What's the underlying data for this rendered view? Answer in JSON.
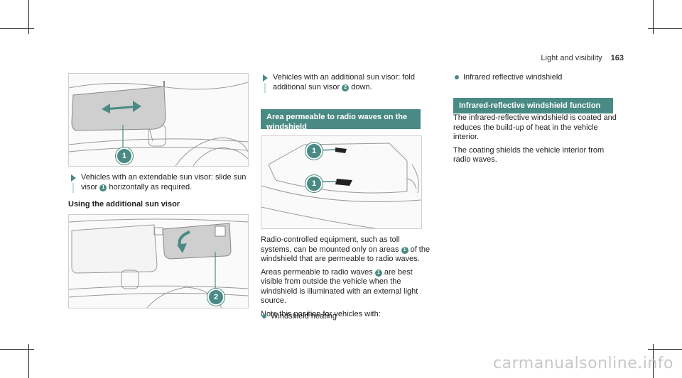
{
  "header": {
    "section": "Light and visibility",
    "page": "163"
  },
  "callouts": {
    "one": "1",
    "two": "2"
  },
  "col1": {
    "step1": {
      "a": "Vehicles with an extendable sun visor: slide sun visor",
      "b": "horizontally as required."
    },
    "subhead": "Using the additional sun visor"
  },
  "col2": {
    "step1": {
      "a": "Vehicles with an additional sun visor: fold additional sun visor",
      "b": "down."
    },
    "banner": "Area permeable to radio waves on the windshield",
    "p1": {
      "a": "Radio-controlled equipment, such as toll systems, can be mounted only on areas",
      "b": "of the windshield that are permeable to radio waves."
    },
    "p2": {
      "a": "Areas permeable to radio waves",
      "b": "are best visible from outside the vehicle when the windshield is illuminated with an external light source."
    },
    "p3": "Note this position for vehicles with:",
    "bullets": [
      "Windshield heating"
    ]
  },
  "col3": {
    "bullets": [
      "Infrared reflective windshield"
    ],
    "banner": "Infrared-reflective windshield function",
    "p1": "The infrared-reflective windshield is coated and reduces the build-up of heat in the vehicle interior.",
    "p2": "The coating shields the vehicle interior from radio waves."
  },
  "watermark": "carmanualsonline.info",
  "colors": {
    "accent": "#4a8a84",
    "visor": "#c8c8c8"
  }
}
